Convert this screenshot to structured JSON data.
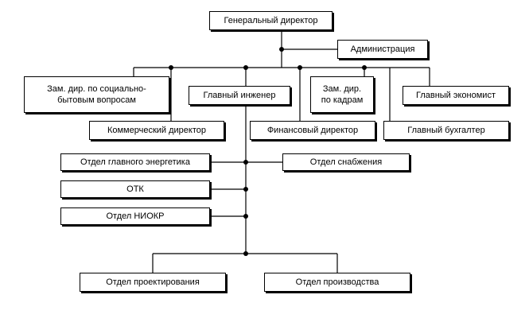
{
  "org_chart": {
    "nodes": {
      "general_director": "Генеральный директор",
      "administration": "Администрация",
      "deputy_social": "Зам. дир. по социально-\nбытовым вопросам",
      "chief_engineer": "Главный инженер",
      "deputy_hr": "Зам. дир.\nпо кадрам",
      "chief_economist": "Главный экономист",
      "commercial_director": "Коммерческий директор",
      "financial_director": "Финансовый директор",
      "chief_accountant": "Главный бухгалтер",
      "chief_power_engineer_dept": "Отдел главного энергетика",
      "supply_dept": "Отдел снабжения",
      "otk": "ОТК",
      "niokr_dept": "Отдел НИОКР",
      "design_dept": "Отдел проектирования",
      "production_dept": "Отдел производства"
    }
  }
}
